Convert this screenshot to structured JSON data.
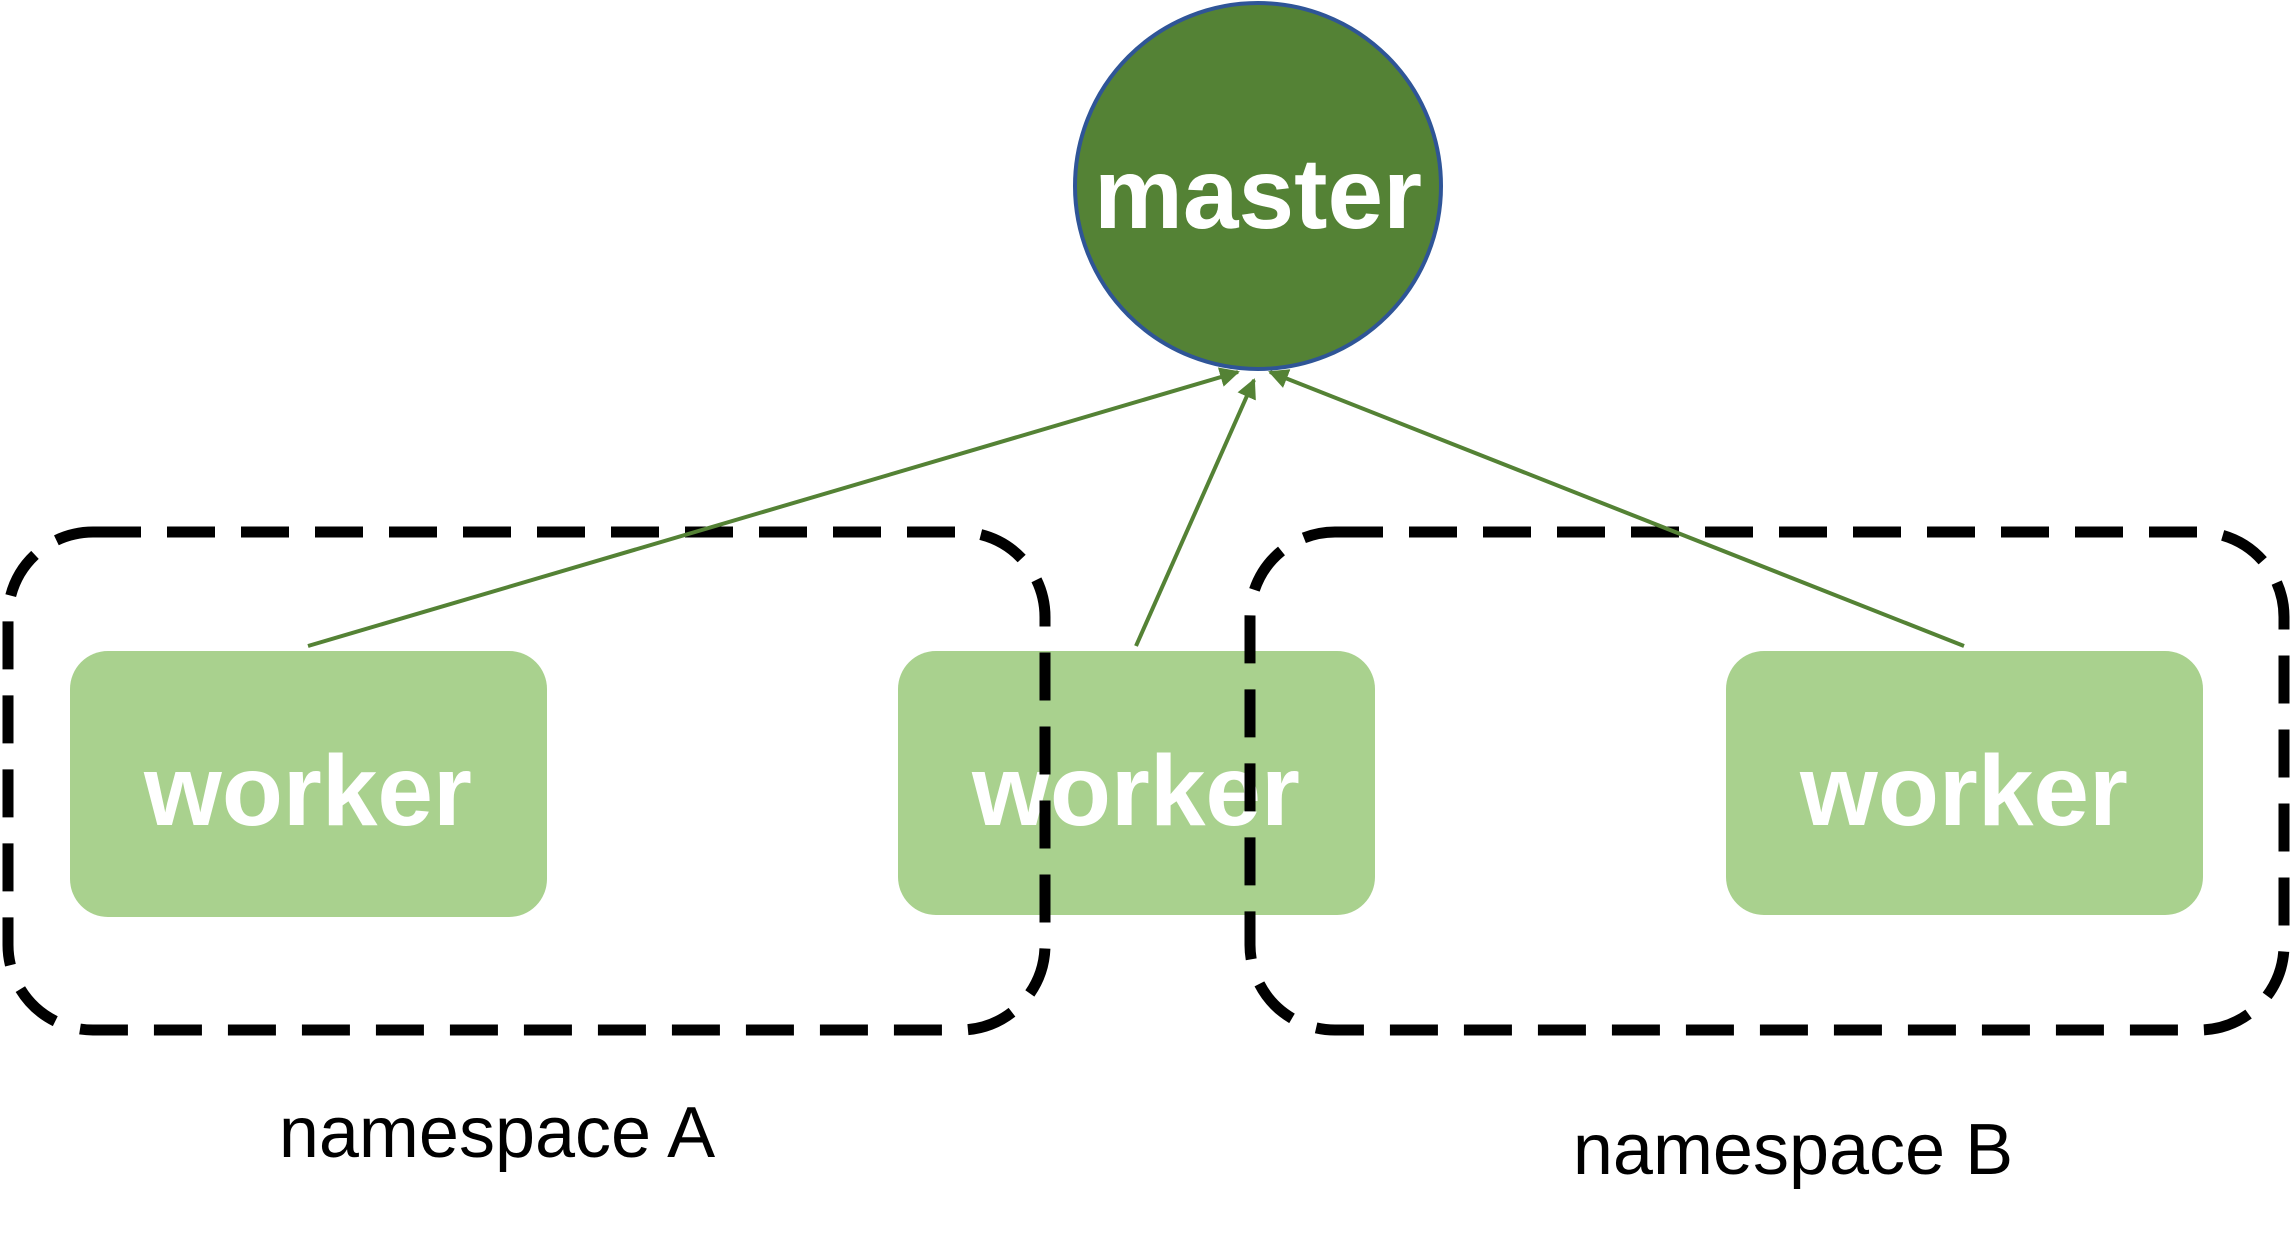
{
  "colors": {
    "master_fill": "#548235",
    "master_stroke": "#2f5597",
    "worker_fill": "#a9d18e",
    "edge": "#548235",
    "namespace_border": "#000000",
    "text_light": "#ffffff",
    "text_dark": "#000000"
  },
  "master": {
    "label": "master"
  },
  "workers": [
    {
      "label": "worker"
    },
    {
      "label": "worker"
    },
    {
      "label": "worker"
    }
  ],
  "namespaces": [
    {
      "label": "namespace A"
    },
    {
      "label": "namespace B"
    }
  ]
}
